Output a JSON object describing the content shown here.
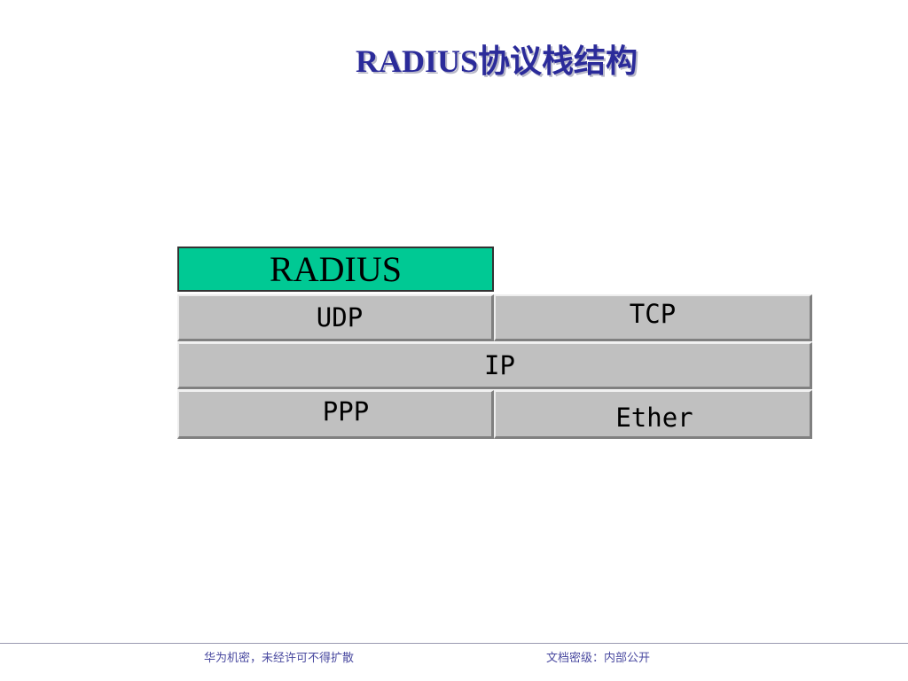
{
  "title": "RADIUS协议栈结构",
  "stack": {
    "application": "RADIUS",
    "transport_left": "UDP",
    "transport_right": "TCP",
    "network": "IP",
    "link_left": "PPP",
    "link_right": "Ether"
  },
  "footer": {
    "left": "华为机密，未经许可不得扩散",
    "right": "文档密级：内部公开"
  },
  "colors": {
    "title": "#2b2b9a",
    "radius_fill": "#00c994",
    "layer_fill": "#c0c0c0"
  }
}
